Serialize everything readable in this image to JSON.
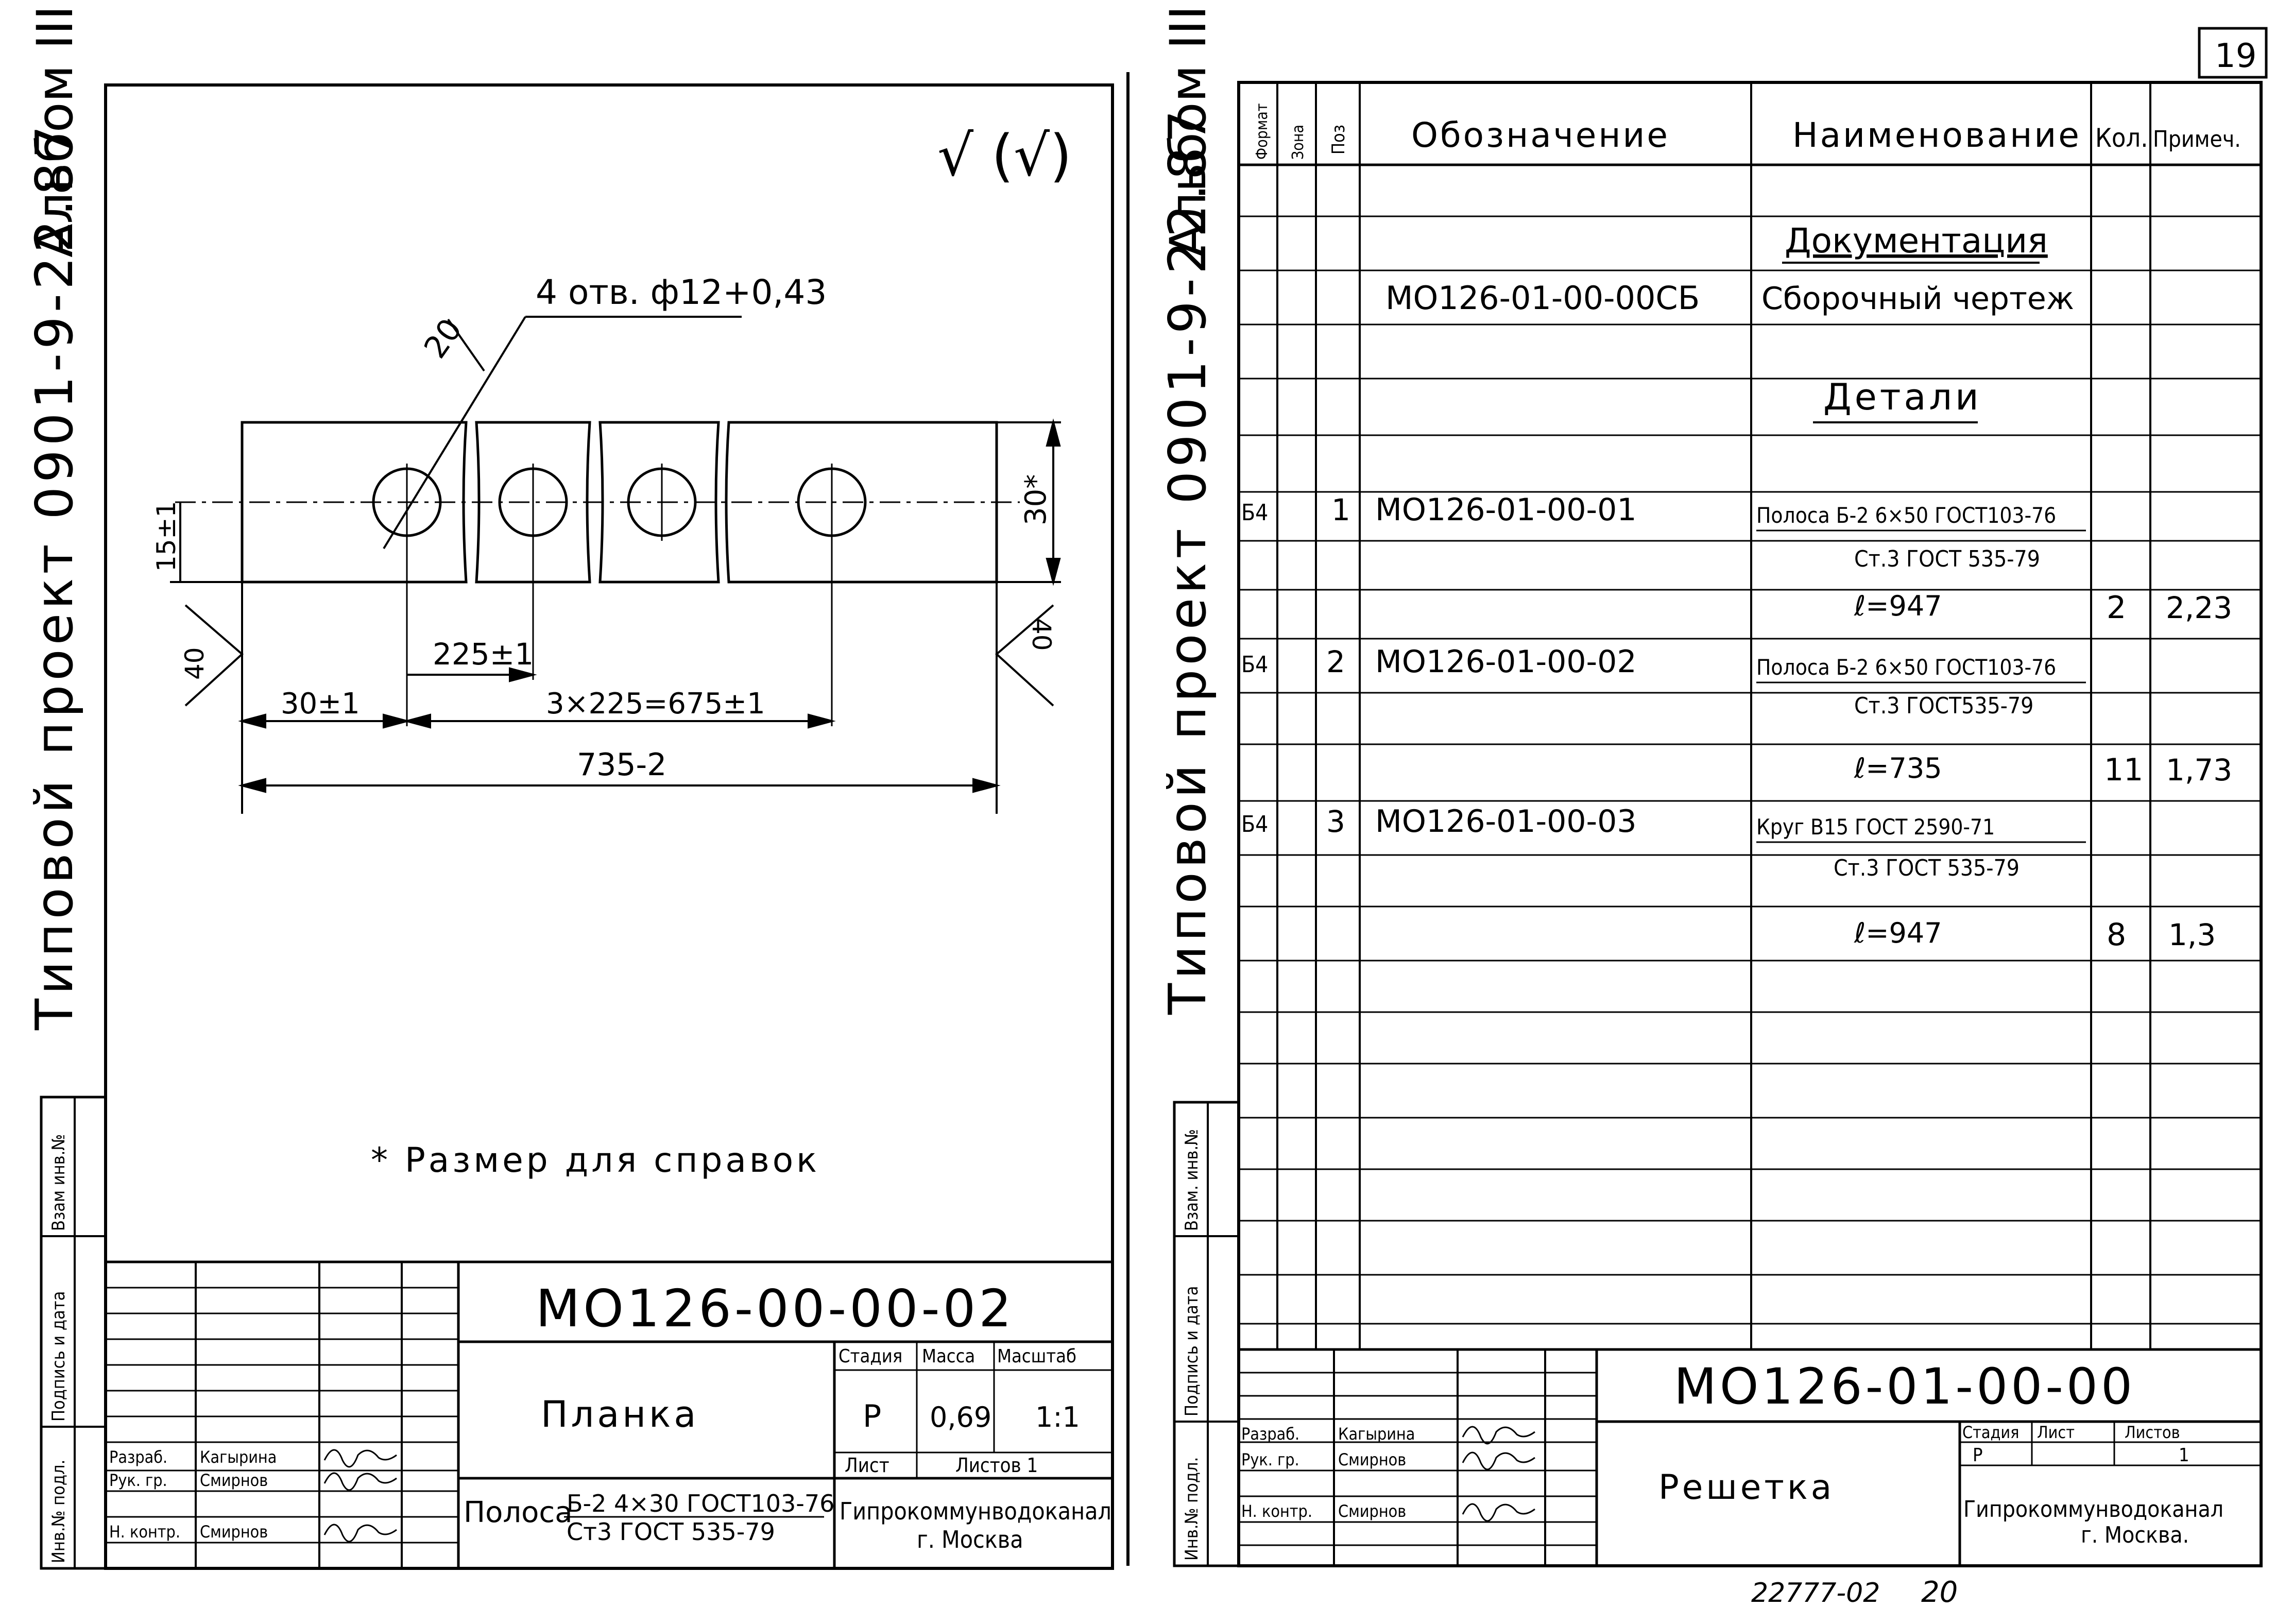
{
  "sheet_left": {
    "album_label": "Альбом III",
    "project_label": "Типовой проект 0901-9-22.87",
    "roughness": "√ (√)",
    "hole_callout": "4 отв. ф12+0,43",
    "dim_20": "20",
    "dim_15": "15±1",
    "dim_30_star": "30*",
    "dim_40_left": "40",
    "dim_40_right": "40",
    "dim_225": "225±1",
    "dim_30": "30±1",
    "dim_chain": "3×225=675±1",
    "dim_735": "735-2",
    "note": "* Размер для справок",
    "side_stamp": [
      "Инв.№ подл.",
      "Подпись и дата",
      "Взам инв.№"
    ],
    "title_block": {
      "doc_number": "МО126-00-00-02",
      "part_name": "Планка",
      "stage_header": "Стадия",
      "mass_header": "Масса",
      "scale_header": "Масштаб",
      "stage": "Р",
      "mass": "0,69",
      "scale": "1:1",
      "sheet_label": "Лист",
      "sheets_label": "Листов 1",
      "material_name": "Полоса",
      "material_top": "Б-2  4×30 ГОСТ103-76",
      "material_bottom": "Ст3 ГОСТ 535-79",
      "organization": "Гипрокоммунводоканал",
      "city": "г. Москва",
      "roles": [
        {
          "role": "Разраб.",
          "name": "Кагырина"
        },
        {
          "role": "Рук. гр.",
          "name": "Смирнов"
        },
        {
          "role": "Н. контр.",
          "name": "Смирнов"
        }
      ]
    }
  },
  "sheet_right": {
    "page_number": "19",
    "album_label": "Альбом III",
    "project_label": "Типовой проект 0901-9-22.87",
    "table_headers": {
      "format": "Формат",
      "zone": "Зона",
      "pos": "Поз",
      "designation": "Обозначение",
      "name": "Наименование",
      "qty": "Кол.",
      "note": "Примеч."
    },
    "section_documentation": "Документация",
    "assembly_drawing": {
      "designation": "МО126-01-00-00СБ",
      "name": "Сборочный чертеж"
    },
    "section_parts": "Детали",
    "rows": [
      {
        "format": "Б4",
        "pos": "1",
        "designation": "МО126-01-00-01",
        "name1": "Полоса Б-2 6×50 ГОСТ103-76",
        "name2": "Ст.3 ГОСТ 535-79",
        "length": "ℓ=947",
        "qty": "2",
        "note": "2,23"
      },
      {
        "format": "Б4",
        "pos": "2",
        "designation": "МО126-01-00-02",
        "name1": "Полоса Б-2 6×50 ГОСТ103-76",
        "name2": "Ст.3 ГОСТ535-79",
        "length": "ℓ=735",
        "qty": "11",
        "note": "1,73"
      },
      {
        "format": "Б4",
        "pos": "3",
        "designation": "МО126-01-00-03",
        "name1": "Круг  В15 ГОСТ 2590-71",
        "name2": "Ст.3 ГОСТ 535-79",
        "length": "ℓ=947",
        "qty": "8",
        "note": "1,3"
      }
    ],
    "side_stamp": [
      "Инв.№ подл.",
      "Подпись и дата",
      "Взам. инв.№"
    ],
    "title_block": {
      "doc_number": "МО126-01-00-00",
      "part_name": "Решетка",
      "stage_header": "Стадия",
      "sheet_header": "Лист",
      "sheets_header": "Листов",
      "stage": "Р",
      "sheets": "1",
      "organization": "Гипрокоммунводоканал",
      "city": "г. Москва.",
      "roles": [
        {
          "role": "Разраб.",
          "name": "Кагырина"
        },
        {
          "role": "Рук. гр.",
          "name": "Смирнов"
        },
        {
          "role": "Н. контр.",
          "name": "Смирнов"
        }
      ]
    },
    "footer_code": "22777-02",
    "footer_page": "20"
  }
}
